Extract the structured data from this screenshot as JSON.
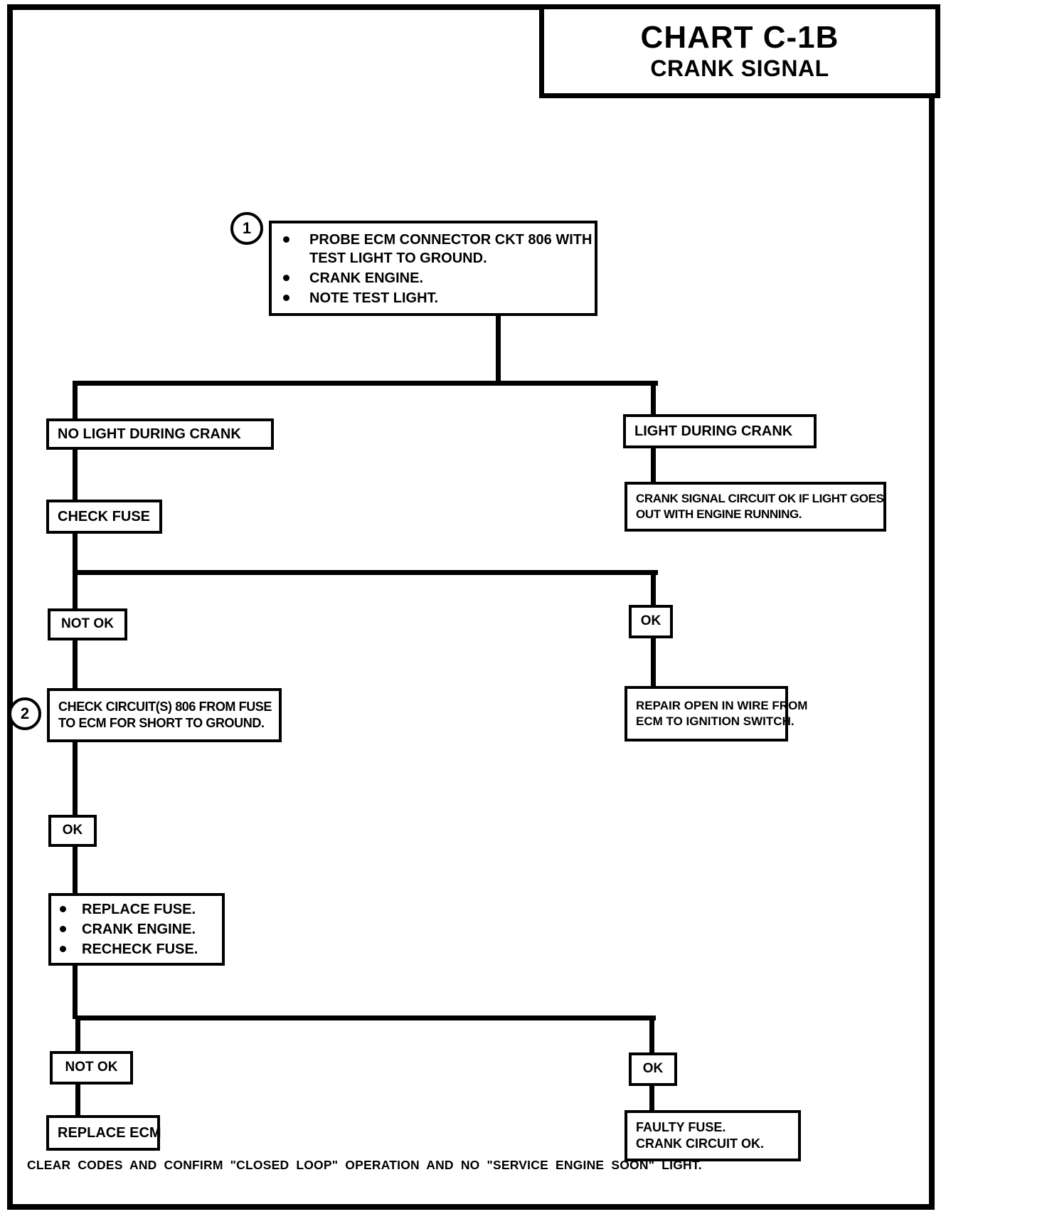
{
  "header": {
    "title": "CHART C-1B",
    "subtitle": "CRANK SIGNAL"
  },
  "colors": {
    "ink": "#000000",
    "paper": "#ffffff"
  },
  "nodes": {
    "step1": {
      "badge": "1",
      "bullet1_line1": "PROBE ECM CONNECTOR CKT 806 WITH",
      "bullet1_line2": "TEST LIGHT TO GROUND.",
      "bullet2": "CRANK ENGINE.",
      "bullet3": "NOTE TEST LIGHT."
    },
    "no_light": {
      "label": "NO LIGHT DURING CRANK"
    },
    "light": {
      "label": "LIGHT DURING CRANK"
    },
    "crank_signal_ok": {
      "line1": "CRANK SIGNAL CIRCUIT OK IF LIGHT GOES",
      "line2": "OUT WITH ENGINE RUNNING."
    },
    "check_fuse": {
      "label": "CHECK FUSE"
    },
    "not_ok_1": {
      "label": "NOT OK"
    },
    "ok_1": {
      "label": "OK"
    },
    "check_circuit": {
      "badge": "2",
      "line1": "CHECK CIRCUIT(S) 806 FROM FUSE",
      "line2": "TO ECM FOR SHORT TO GROUND."
    },
    "repair_open": {
      "line1": "REPAIR OPEN IN WIRE FROM",
      "line2": "ECM TO IGNITION SWITCH."
    },
    "ok_2": {
      "label": "OK"
    },
    "replace_fuse": {
      "bullet1": "REPLACE FUSE.",
      "bullet2": "CRANK ENGINE.",
      "bullet3": "RECHECK FUSE."
    },
    "not_ok_2": {
      "label": "NOT OK"
    },
    "ok_3": {
      "label": "OK"
    },
    "replace_ecm": {
      "label": "REPLACE ECM"
    },
    "faulty_fuse": {
      "line1": "FAULTY FUSE.",
      "line2": "CRANK CIRCUIT OK."
    }
  },
  "footer": {
    "note": "CLEAR CODES AND CONFIRM \"CLOSED LOOP\" OPERATION AND NO \"SERVICE ENGINE SOON\" LIGHT."
  }
}
